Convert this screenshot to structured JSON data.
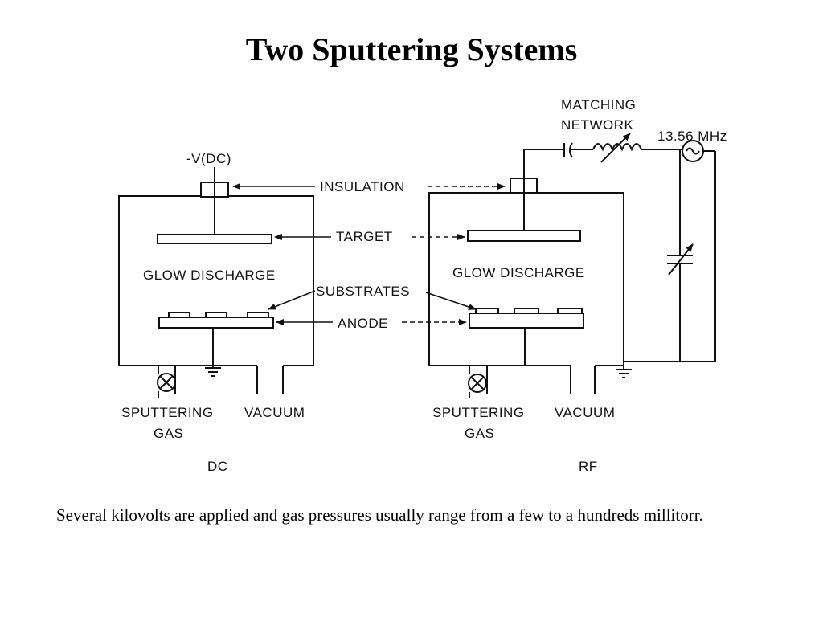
{
  "title": "Two Sputtering Systems",
  "caption": "Several kilovolts are applied and gas pressures usually range from a few to a hundreds millitorr.",
  "diagram": {
    "dc": {
      "voltage_label": "-V(DC)",
      "glow_label": "GLOW DISCHARGE",
      "gas_label_1": "SPUTTERING",
      "gas_label_2": "GAS",
      "vacuum_label": "VACUUM",
      "system_label": "DC"
    },
    "rf": {
      "matching_label_1": "MATCHING",
      "matching_label_2": "NETWORK",
      "frequency_label": "13.56 MHz",
      "glow_label": "GLOW DISCHARGE",
      "gas_label_1": "SPUTTERING",
      "gas_label_2": "GAS",
      "vacuum_label": "VACUUM",
      "system_label": "RF"
    },
    "shared_labels": {
      "insulation": "INSULATION",
      "target": "TARGET",
      "substrates": "SUBSTRATES",
      "anode": "ANODE"
    }
  }
}
